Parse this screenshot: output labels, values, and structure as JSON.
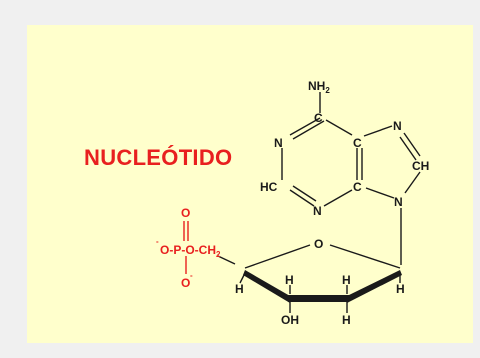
{
  "title": "NUCLEÓTIDO",
  "colors": {
    "background": "#ffffcc",
    "title": "#e8201f",
    "phosphate": "#e8201f",
    "bonds": "#1a1a1a"
  },
  "molecule": {
    "amine": {
      "main": "NH",
      "sub": "2"
    },
    "ring_n1": "N",
    "ring_c6": "C",
    "ring_c5": "C",
    "ring_n7": "N",
    "ring_ch8": "CH",
    "ring_c2": "HC",
    "ring_n3": "N",
    "ring_c4": "C",
    "ring_n9": "N",
    "sugar_o": "O",
    "sugar_h_left": "H",
    "sugar_h_c3": "H",
    "sugar_h_c2": "H",
    "sugar_h_right": "H",
    "sugar_h_c3_low": "H",
    "sugar_oh": "OH",
    "phosphate": {
      "o_top": "O",
      "chain": "O-P-O-CH",
      "chain_sub": "2",
      "minus_left": "-",
      "o_left": "O",
      "o_bottom": "O",
      "minus_bottom": "-"
    }
  }
}
